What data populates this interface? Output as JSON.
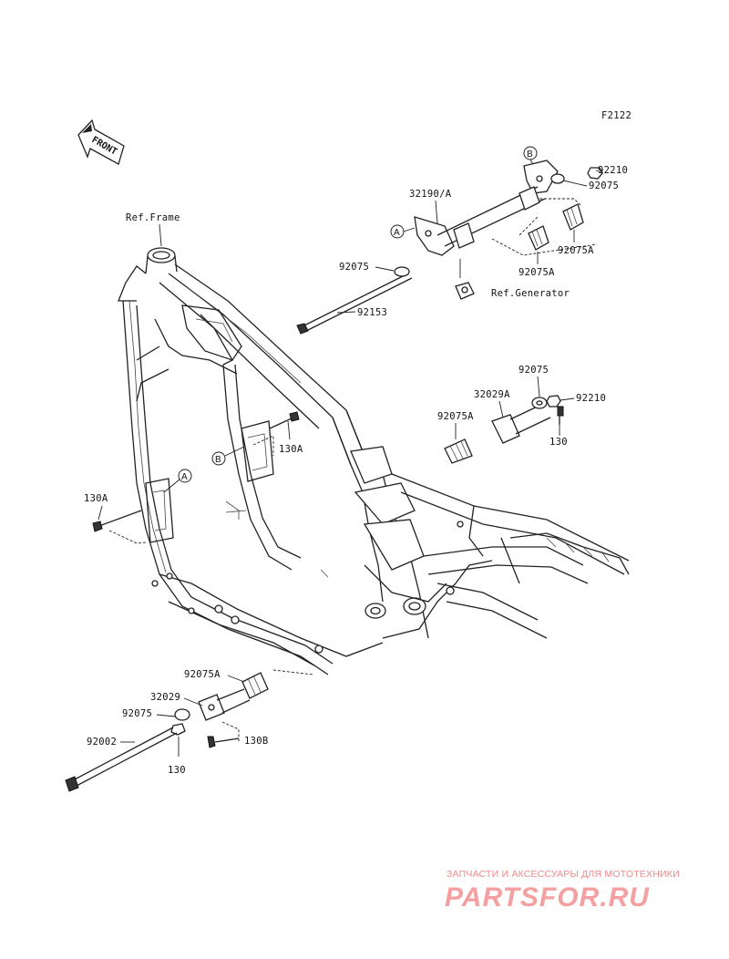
{
  "figure_code": "F2122",
  "front_label": "FRONT",
  "refs": {
    "frame": "Ref.Frame",
    "generator": "Ref.Generator"
  },
  "callouts": {
    "a_top": "A",
    "b_top": "B",
    "a_frame": "A",
    "b_frame": "B"
  },
  "part_labels": {
    "p92210_top": "92210",
    "p92075_top": "92075",
    "p32190A": "32190/A",
    "p92075A_top_right": "92075A",
    "p92075A_top_mid": "92075A",
    "p92075_left": "92075",
    "p92153": "92153",
    "p92075_mid": "92075",
    "p32029A": "32029A",
    "p92210_mid": "92210",
    "p92075A_mid": "92075A",
    "p130_mid": "130",
    "p130A_frame": "130A",
    "p130A_left": "130A",
    "p92075A_bottom": "92075A",
    "p32029": "32029",
    "p92075_bottom": "92075",
    "p92002": "92002",
    "p130B": "130B",
    "p130_bottom": "130"
  },
  "watermark": {
    "tagline": "ЗАПЧАСТИ И АКСЕССУАРЫ ДЛЯ МОТОТЕХНИКИ",
    "brand": "PARTSFOR.RU"
  }
}
